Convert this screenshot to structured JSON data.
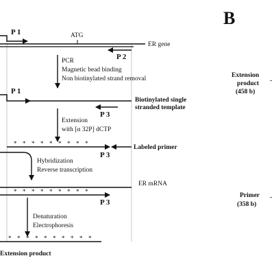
{
  "panel_label": "B",
  "primers": {
    "p1": "P 1",
    "p2": "P 2",
    "p3": "P 3"
  },
  "labels": {
    "atg": "ATG",
    "er_gene": "ER gene",
    "biotinylated_line1": "Biotinylated single",
    "biotinylated_line2": "stranded template",
    "labeled_primer": "Labeled primer",
    "er_mrna": "ER mRNA",
    "extension_product": "Extension product"
  },
  "steps": {
    "step1": [
      "PCR",
      "Magnetic bead binding",
      "Non biotinylated strand removal"
    ],
    "step2": [
      "Extension",
      "with [α 32P] dCTP"
    ],
    "step3": [
      "Hybridization",
      "Reverse transcription"
    ],
    "step4": [
      "Denaturation",
      "Electrophoresis"
    ]
  },
  "gel": {
    "extension_product": [
      "Extension",
      "product",
      "(458 b)"
    ],
    "primer": [
      "Primer",
      "(358 b)"
    ]
  },
  "marks": {
    "star": "*",
    "band": "-"
  }
}
